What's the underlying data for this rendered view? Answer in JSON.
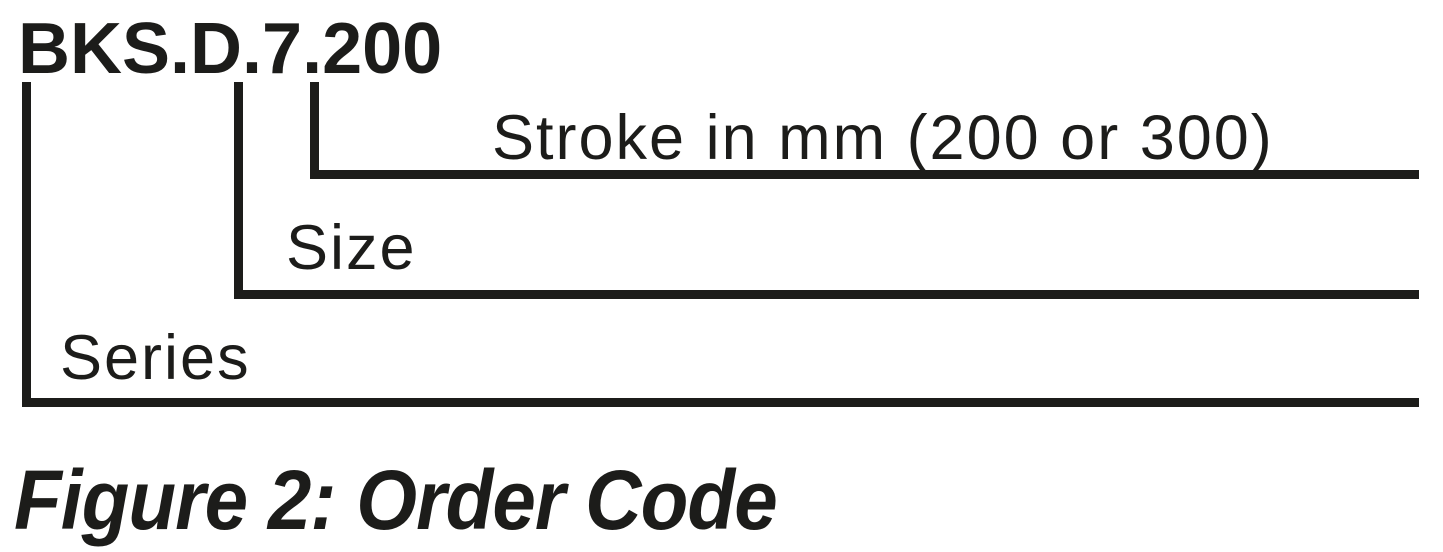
{
  "figure": {
    "order_code": "BKS.D.7.200",
    "levels": {
      "stroke": {
        "label": "Stroke in mm (200 or 300)"
      },
      "size": {
        "label": "Size"
      },
      "series": {
        "label": "Series"
      }
    },
    "caption": "Figure 2: Order Code",
    "colors": {
      "ink": "#1c1c1a",
      "background": "#ffffff"
    }
  }
}
